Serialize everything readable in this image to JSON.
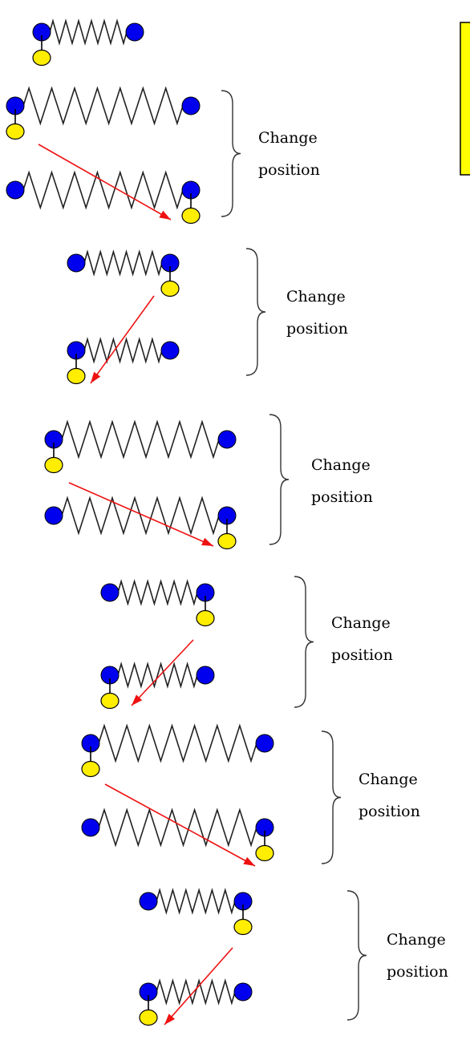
{
  "legend_box": {
    "fill": "#ffff00",
    "border": "#000000"
  },
  "colors": {
    "blue_ball": "#0000ee",
    "yellow_ball": "#ffee00",
    "arrow": "#ee1111"
  },
  "labels": [
    {
      "line1": "Change",
      "line2": "position"
    },
    {
      "line1": "Change",
      "line2": "position"
    },
    {
      "line1": "Change",
      "line2": "position"
    },
    {
      "line1": "Change",
      "line2": "position"
    },
    {
      "line1": "Change",
      "line2": "position"
    },
    {
      "line1": "Change",
      "line2": "position"
    }
  ]
}
